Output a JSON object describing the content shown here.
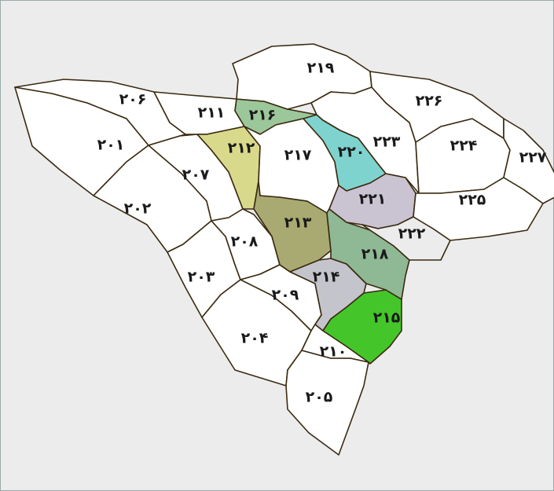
{
  "map": {
    "districts": [
      {
        "id": "201",
        "label": "۲۰۱",
        "color": "#ffffff"
      },
      {
        "id": "202",
        "label": "۲۰۲",
        "color": "#ffffff"
      },
      {
        "id": "203",
        "label": "۲۰۳",
        "color": "#ffffff"
      },
      {
        "id": "204",
        "label": "۲۰۴",
        "color": "#ffffff"
      },
      {
        "id": "205",
        "label": "۲۰۵",
        "color": "#ffffff"
      },
      {
        "id": "206",
        "label": "۲۰۶",
        "color": "#ffffff"
      },
      {
        "id": "207",
        "label": "۲۰۷",
        "color": "#ffffff"
      },
      {
        "id": "208",
        "label": "۲۰۸",
        "color": "#ffffff"
      },
      {
        "id": "209",
        "label": "۲۰۹",
        "color": "#ffffff"
      },
      {
        "id": "210",
        "label": "۲۱۰",
        "color": "#ffffff"
      },
      {
        "id": "211",
        "label": "۲۱۱",
        "color": "#ffffff"
      },
      {
        "id": "212",
        "label": "۲۱۲",
        "color": "#d9d98c"
      },
      {
        "id": "213",
        "label": "۲۱۳",
        "color": "#a9aa72"
      },
      {
        "id": "214",
        "label": "۲۱۴",
        "color": "#c4c4cc"
      },
      {
        "id": "215",
        "label": "۲۱۵",
        "color": "#44c62a"
      },
      {
        "id": "216",
        "label": "۲۱۶",
        "color": "#9cc79a"
      },
      {
        "id": "217",
        "label": "۲۱۷",
        "color": "#ffffff"
      },
      {
        "id": "218",
        "label": "۲۱۸",
        "color": "#8fb894"
      },
      {
        "id": "219",
        "label": "۲۱۹",
        "color": "#ffffff"
      },
      {
        "id": "220",
        "label": "۲۲۰",
        "color": "#7fd3cf"
      },
      {
        "id": "221",
        "label": "۲۲۱",
        "color": "#c9c3d2"
      },
      {
        "id": "222",
        "label": "۲۲۲",
        "color": "#ececec"
      },
      {
        "id": "223",
        "label": "۲۲۳",
        "color": "#ffffff"
      },
      {
        "id": "224",
        "label": "۲۲۴",
        "color": "#ffffff"
      },
      {
        "id": "225",
        "label": "۲۲۵",
        "color": "#ffffff"
      },
      {
        "id": "226",
        "label": "۲۲۶",
        "color": "#ffffff"
      },
      {
        "id": "227",
        "label": "۲۲۷",
        "color": "#ffffff"
      }
    ]
  }
}
